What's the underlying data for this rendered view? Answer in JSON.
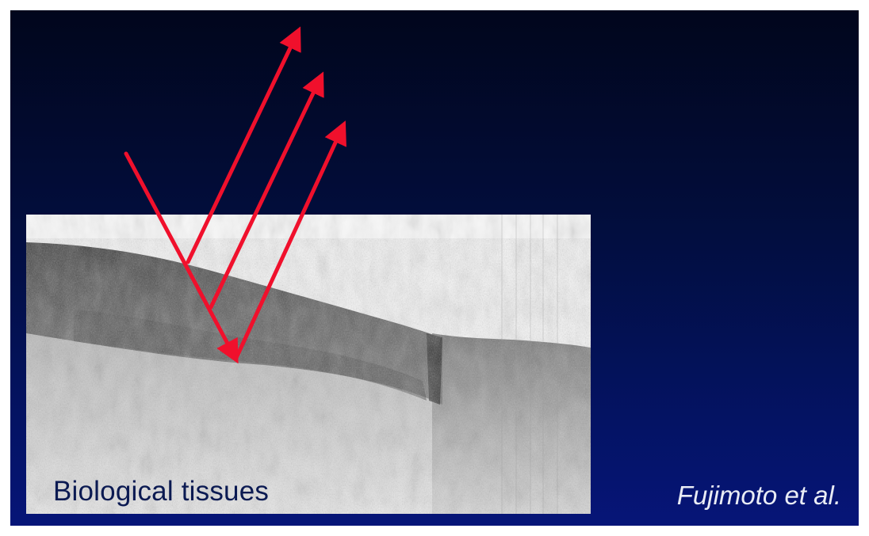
{
  "slide": {
    "label": "Biological tissues",
    "credit": "Fujimoto et al."
  },
  "colors": {
    "background_top": "#01061c",
    "background_bottom": "#061578",
    "arrow": "#f0102c",
    "label_text": "#0b1a52",
    "credit_text": "#e9ecf5"
  },
  "figure": {
    "image_type": "OCT cross-section grayscale",
    "arrows": "one incident ray, three reflected rays"
  }
}
